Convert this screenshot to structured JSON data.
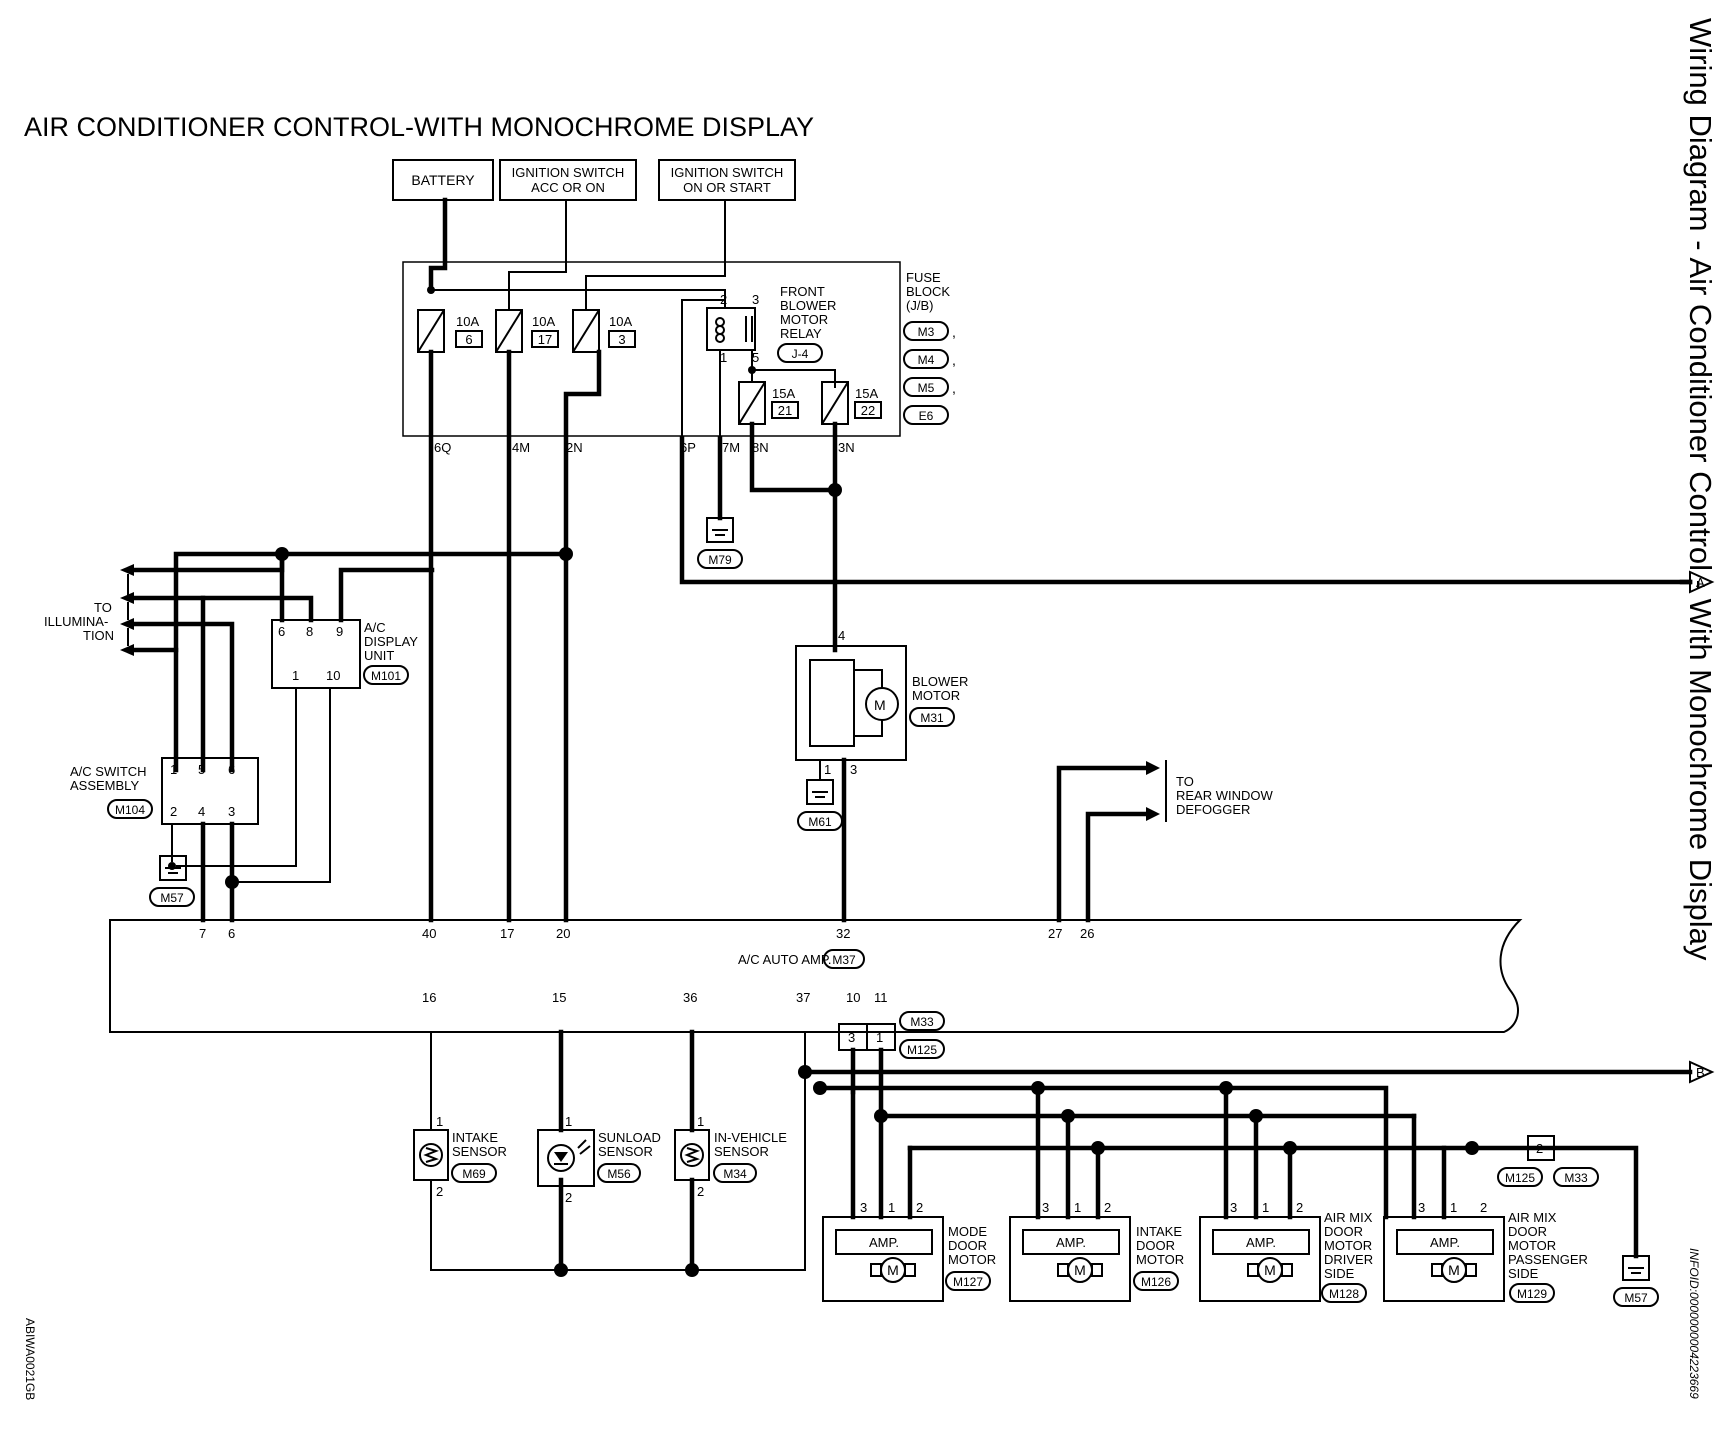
{
  "title": "AIR CONDITIONER CONTROL-WITH MONOCHROME DISPLAY",
  "side_title": "Wiring Diagram - Air Conditioner Control - With Monochrome Display",
  "left_code": "ABIWA0021GB",
  "right_code": "INFOID:0000000004223669",
  "sources": {
    "battery": "BATTERY",
    "ign_acc_1": "IGNITION SWITCH",
    "ign_acc_2": "ACC OR ON",
    "ign_start_1": "IGNITION SWITCH",
    "ign_start_2": "ON OR START"
  },
  "fuse_block": {
    "l1": "FUSE",
    "l2": "BLOCK",
    "l3": "(J/B)",
    "connectors": [
      "M3",
      "M4",
      "M5",
      "E6"
    ],
    "comma": ",",
    "fuses": [
      {
        "amp": "10A",
        "num": "6"
      },
      {
        "amp": "10A",
        "num": "17"
      },
      {
        "amp": "10A",
        "num": "3"
      },
      {
        "amp": "15A",
        "num": "21"
      },
      {
        "amp": "15A",
        "num": "22"
      }
    ],
    "relay": {
      "l1": "FRONT",
      "l2": "BLOWER",
      "l3": "MOTOR",
      "l4": "RELAY",
      "connector": "J-4",
      "pins": [
        "2",
        "3",
        "1",
        "5"
      ]
    },
    "terminals": [
      "6Q",
      "4M",
      "2N",
      "6P",
      "7M",
      "8N",
      "3N"
    ]
  },
  "grounds": {
    "m79": "M79",
    "m61": "M61",
    "m57a": "M57",
    "m57b": "M57"
  },
  "illumination": {
    "l1": "TO",
    "l2": "ILLUMINA-",
    "l3": "TION"
  },
  "display_unit": {
    "l1": "A/C",
    "l2": "DISPLAY",
    "l3": "UNIT",
    "connector": "M101",
    "pins": [
      "6",
      "8",
      "9",
      "1",
      "10"
    ]
  },
  "switch_assembly": {
    "l1": "A/C SWITCH",
    "l2": "ASSEMBLY",
    "connector": "M104",
    "pins": [
      "1",
      "5",
      "6",
      "2",
      "4",
      "3"
    ]
  },
  "blower_motor": {
    "l1": "BLOWER",
    "l2": "MOTOR",
    "connector": "M31",
    "pins": [
      "4",
      "1",
      "3"
    ],
    "symbol": "M"
  },
  "rear_window": {
    "l1": "TO",
    "l2": "REAR WINDOW",
    "l3": "DEFOGGER"
  },
  "amp": {
    "label": "A/C AUTO AMP.",
    "connector": "M37",
    "top_pins": [
      "7",
      "6",
      "40",
      "17",
      "20",
      "32",
      "27",
      "26"
    ],
    "bottom_pins": [
      "16",
      "15",
      "36",
      "37",
      "10",
      "11"
    ]
  },
  "arrows": {
    "a": "A",
    "b": "B"
  },
  "joint": {
    "pins": [
      "3",
      "1"
    ],
    "c1": "M33",
    "c2": "M125"
  },
  "sensors": [
    {
      "l1": "INTAKE",
      "l2": "SENSOR",
      "connector": "M69",
      "pins": [
        "1",
        "2"
      ]
    },
    {
      "l1": "SUNLOAD",
      "l2": "SENSOR",
      "connector": "M56",
      "pins": [
        "1",
        "2"
      ]
    },
    {
      "l1": "IN-VEHICLE",
      "l2": "SENSOR",
      "connector": "M34",
      "pins": [
        "1",
        "2"
      ]
    }
  ],
  "motors": [
    {
      "lines": [
        "MODE",
        "DOOR",
        "MOTOR"
      ],
      "connector": "M127",
      "amp": "AMP.",
      "pins": [
        "3",
        "1",
        "2"
      ],
      "symbol": "M"
    },
    {
      "lines": [
        "INTAKE",
        "DOOR",
        "MOTOR"
      ],
      "connector": "M126",
      "amp": "AMP.",
      "pins": [
        "3",
        "1",
        "2"
      ],
      "symbol": "M"
    },
    {
      "lines": [
        "AIR MIX",
        "DOOR",
        "MOTOR",
        "DRIVER",
        "SIDE"
      ],
      "connector": "M128",
      "amp": "AMP.",
      "pins": [
        "3",
        "1",
        "2"
      ],
      "symbol": "M"
    },
    {
      "lines": [
        "AIR MIX",
        "DOOR",
        "MOTOR",
        "PASSENGER",
        "SIDE"
      ],
      "connector": "M129",
      "amp": "AMP.",
      "pins": [
        "3",
        "1",
        "2"
      ],
      "symbol": "M"
    }
  ],
  "joint2": {
    "pin": "2",
    "c1": "M125",
    "c2": "M33"
  }
}
